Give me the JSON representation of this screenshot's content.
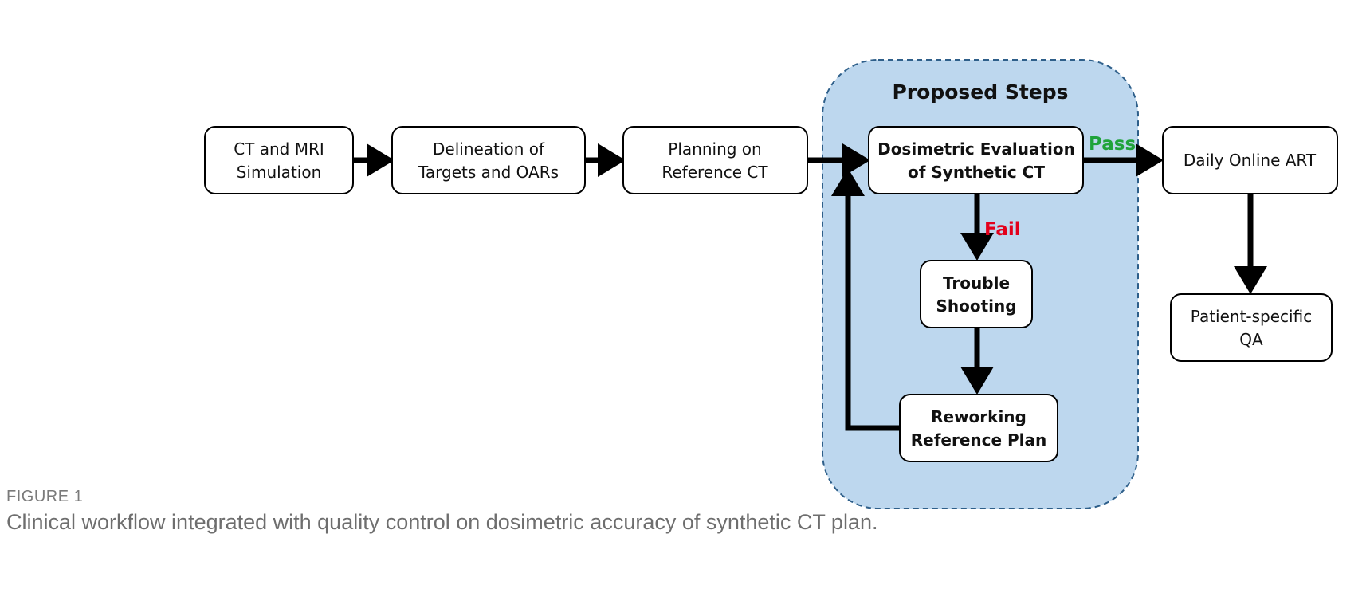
{
  "diagram": {
    "group_title": "Proposed Steps",
    "nodes": {
      "ct_mri_simulation": [
        "CT and MRI",
        "Simulation"
      ],
      "delineation": [
        "Delineation of",
        "Targets and OARs"
      ],
      "planning_reference": [
        "Planning on",
        "Reference CT"
      ],
      "dosimetric_evaluation": [
        "Dosimetric Evaluation",
        "of Synthetic CT"
      ],
      "trouble_shooting": [
        "Trouble",
        "Shooting"
      ],
      "reworking_plan": [
        "Reworking",
        "Reference Plan"
      ],
      "daily_online_art": "Daily Online ART",
      "patient_qa": [
        "Patient-specific",
        "QA"
      ]
    },
    "edges": {
      "pass_label": "Pass",
      "fail_label": "Fail"
    },
    "colors": {
      "group_fill": "#bdd7ee",
      "group_border": "#2e5f8a",
      "pass": "#1fa33a",
      "fail": "#e3001b"
    }
  },
  "figure": {
    "label": "FIGURE 1",
    "caption": "Clinical workflow integrated with quality control on dosimetric accuracy of synthetic CT plan."
  }
}
